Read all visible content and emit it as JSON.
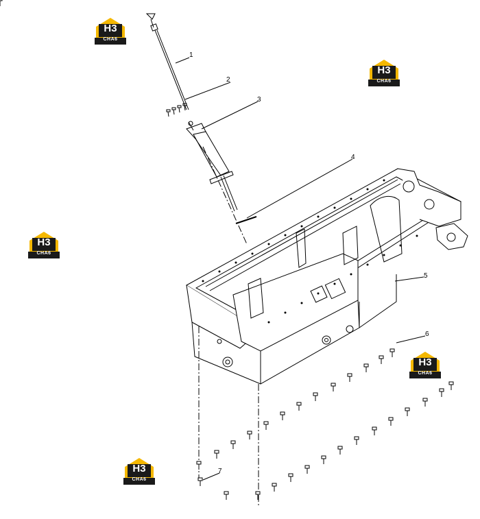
{
  "logo": {
    "mark": "H3",
    "word": "CHA6",
    "colors": {
      "yellow": "#f5b800",
      "dark": "#1a1a1a"
    }
  },
  "callouts": [
    "1",
    "2",
    "3",
    "4",
    "5",
    "6",
    "7"
  ],
  "colors": {
    "line": "#000000",
    "background": "#ffffff"
  }
}
